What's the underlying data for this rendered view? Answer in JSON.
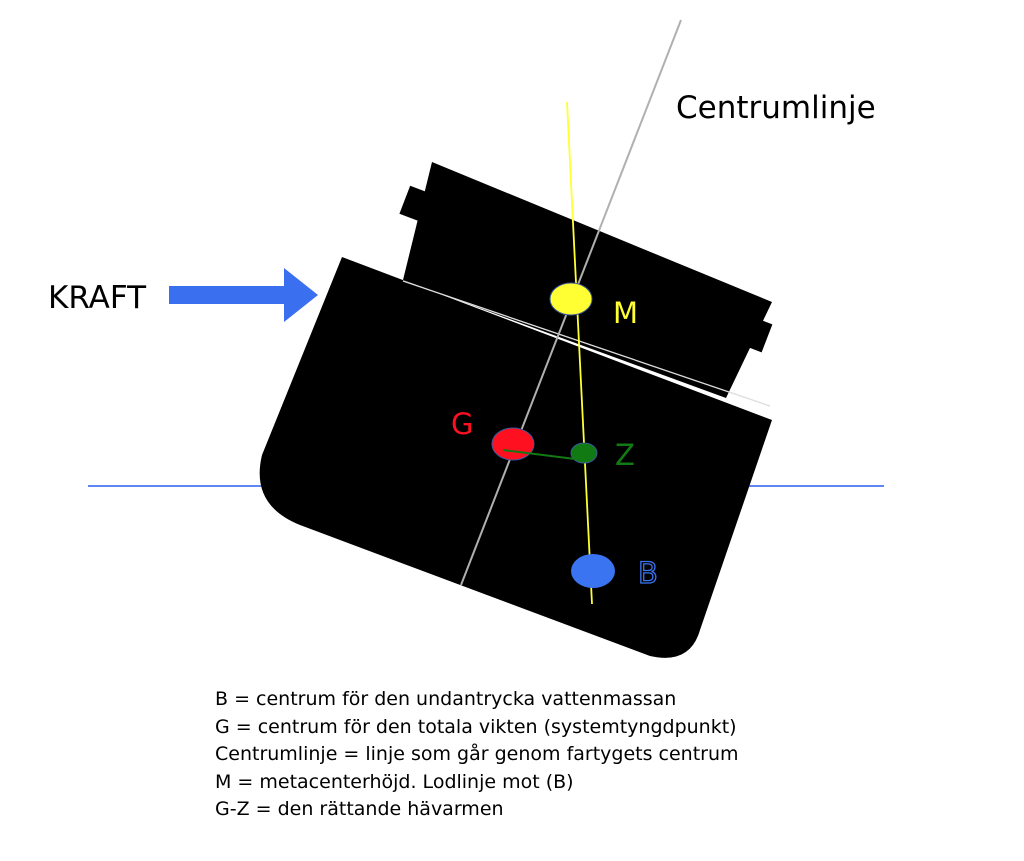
{
  "labels": {
    "centerline": "Centrumlinje",
    "force": "KRAFT",
    "M": "M",
    "G": "G",
    "Z": "Z",
    "B": "B"
  },
  "legend": [
    "B = centrum för den undantrycka vattenmassan",
    "G = centrum för den totala vikten (systemtyngdpunkt)",
    "Centrumlinje = linje som går genom fartygets centrum",
    "M = metacenterhöjd. Lodlinje mot (B)",
    "G-Z = den rättande hävarmen"
  ],
  "colors": {
    "M": "#ffff33",
    "G": "#ff1020",
    "Z": "#127a12",
    "B": "#3a74f0",
    "arrow": "#3a6ff0",
    "waterline": "#2c5ff0"
  }
}
